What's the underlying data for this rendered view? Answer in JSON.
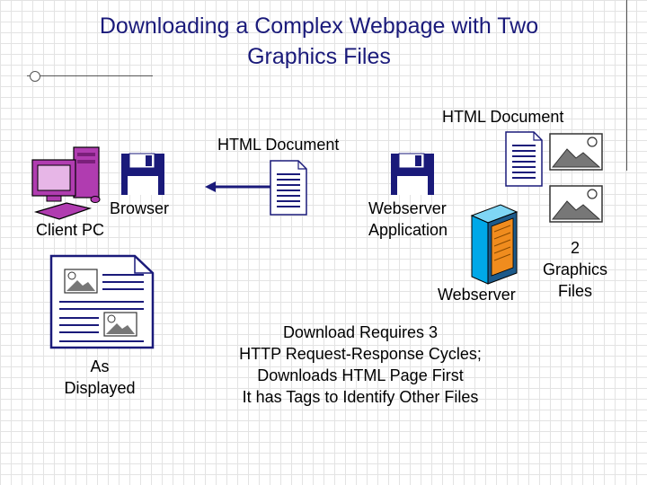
{
  "slide": {
    "title_line1": "Downloading a Complex Webpage with Two",
    "title_line2": "Graphics Files"
  },
  "labels": {
    "html_document_top": "HTML Document",
    "html_document_mid": "HTML Document",
    "browser": "Browser",
    "client_pc": "Client PC",
    "webserver_application_line1": "Webserver",
    "webserver_application_line2": "Application",
    "webserver": "Webserver",
    "graphics_count_line1": "2",
    "graphics_count_line2": "Graphics",
    "graphics_count_line3": "Files",
    "as_displayed_line1": "As",
    "as_displayed_line2": "Displayed"
  },
  "note": {
    "line1": "Download Requires 3",
    "line2": "HTTP Request-Response Cycles;",
    "line3": "Downloads HTML Page First",
    "line4": "It has Tags to Identify Other Files"
  },
  "colors": {
    "title": "#1a1a7a",
    "pc_case": "#b03cb0",
    "disk": "#1a1a7a",
    "arrow": "#1a1a7a",
    "document_border": "#1a1a7a",
    "server_body": "#00a8e8",
    "server_panel": "#f08c1e"
  },
  "icons": {
    "pc": "client-pc-icon",
    "disk": "floppy-disk-icon",
    "doc": "document-icon",
    "image": "image-file-icon",
    "server": "server-tower-icon"
  }
}
